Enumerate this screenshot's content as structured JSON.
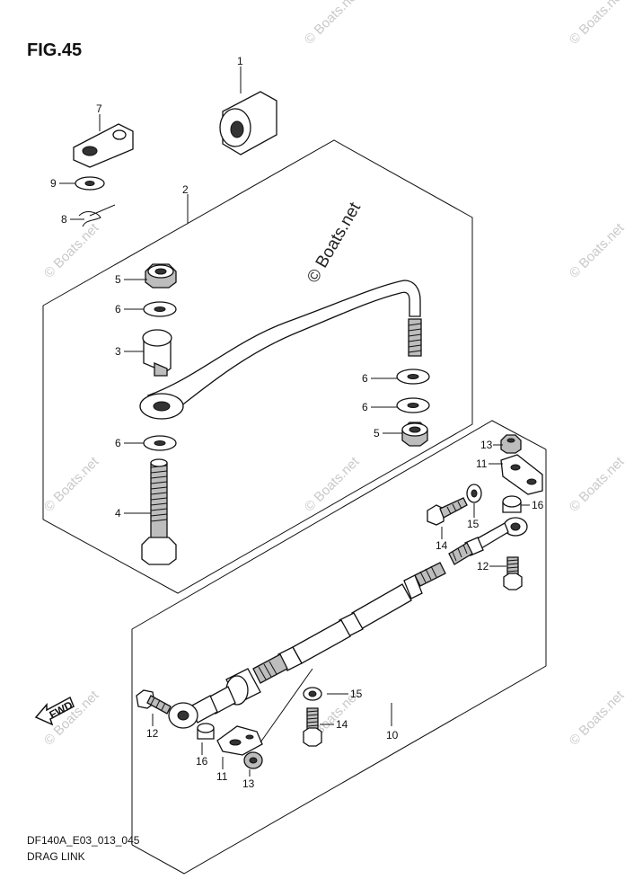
{
  "figure": {
    "title": "FIG.45",
    "footer_code": "DF140A_E03_013_045",
    "footer_name": "DRAG LINK"
  },
  "watermark": {
    "main": "© Boats.net",
    "faint": "© Boats.net"
  },
  "fwd_label": "FWD",
  "callouts": {
    "c1": "1",
    "c2": "2",
    "c3": "3",
    "c4": "4",
    "c5a": "5",
    "c5b": "5",
    "c6a": "6",
    "c6b": "6",
    "c6c": "6",
    "c6d": "6",
    "c7": "7",
    "c8": "8",
    "c9": "9",
    "c10": "10",
    "c11a": "11",
    "c11b": "11",
    "c12a": "12",
    "c12b": "12",
    "c13a": "13",
    "c13b": "13",
    "c14a": "14",
    "c14b": "14",
    "c15a": "15",
    "c15b": "15",
    "c16a": "16",
    "c16b": "16"
  }
}
